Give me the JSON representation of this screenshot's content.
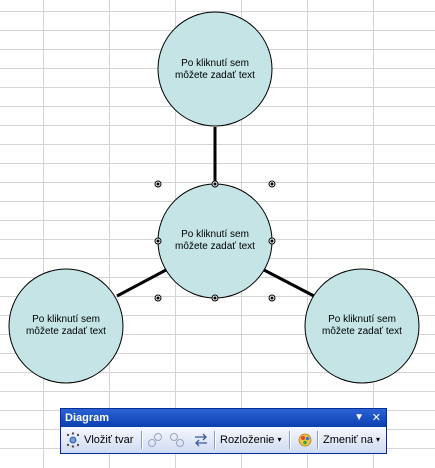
{
  "diagram": {
    "node_text_line1": "Po kliknutí sem",
    "node_text_line2": "môžete zadať text"
  },
  "toolbar": {
    "title": "Diagram",
    "insert_shape_label": "Vložiť tvar",
    "layout_label": "Rozloženie",
    "change_to_label": "Zmeniť na",
    "dropdown_glyph": "▾",
    "close_glyph": "✕",
    "menu_glyph": "▼"
  }
}
